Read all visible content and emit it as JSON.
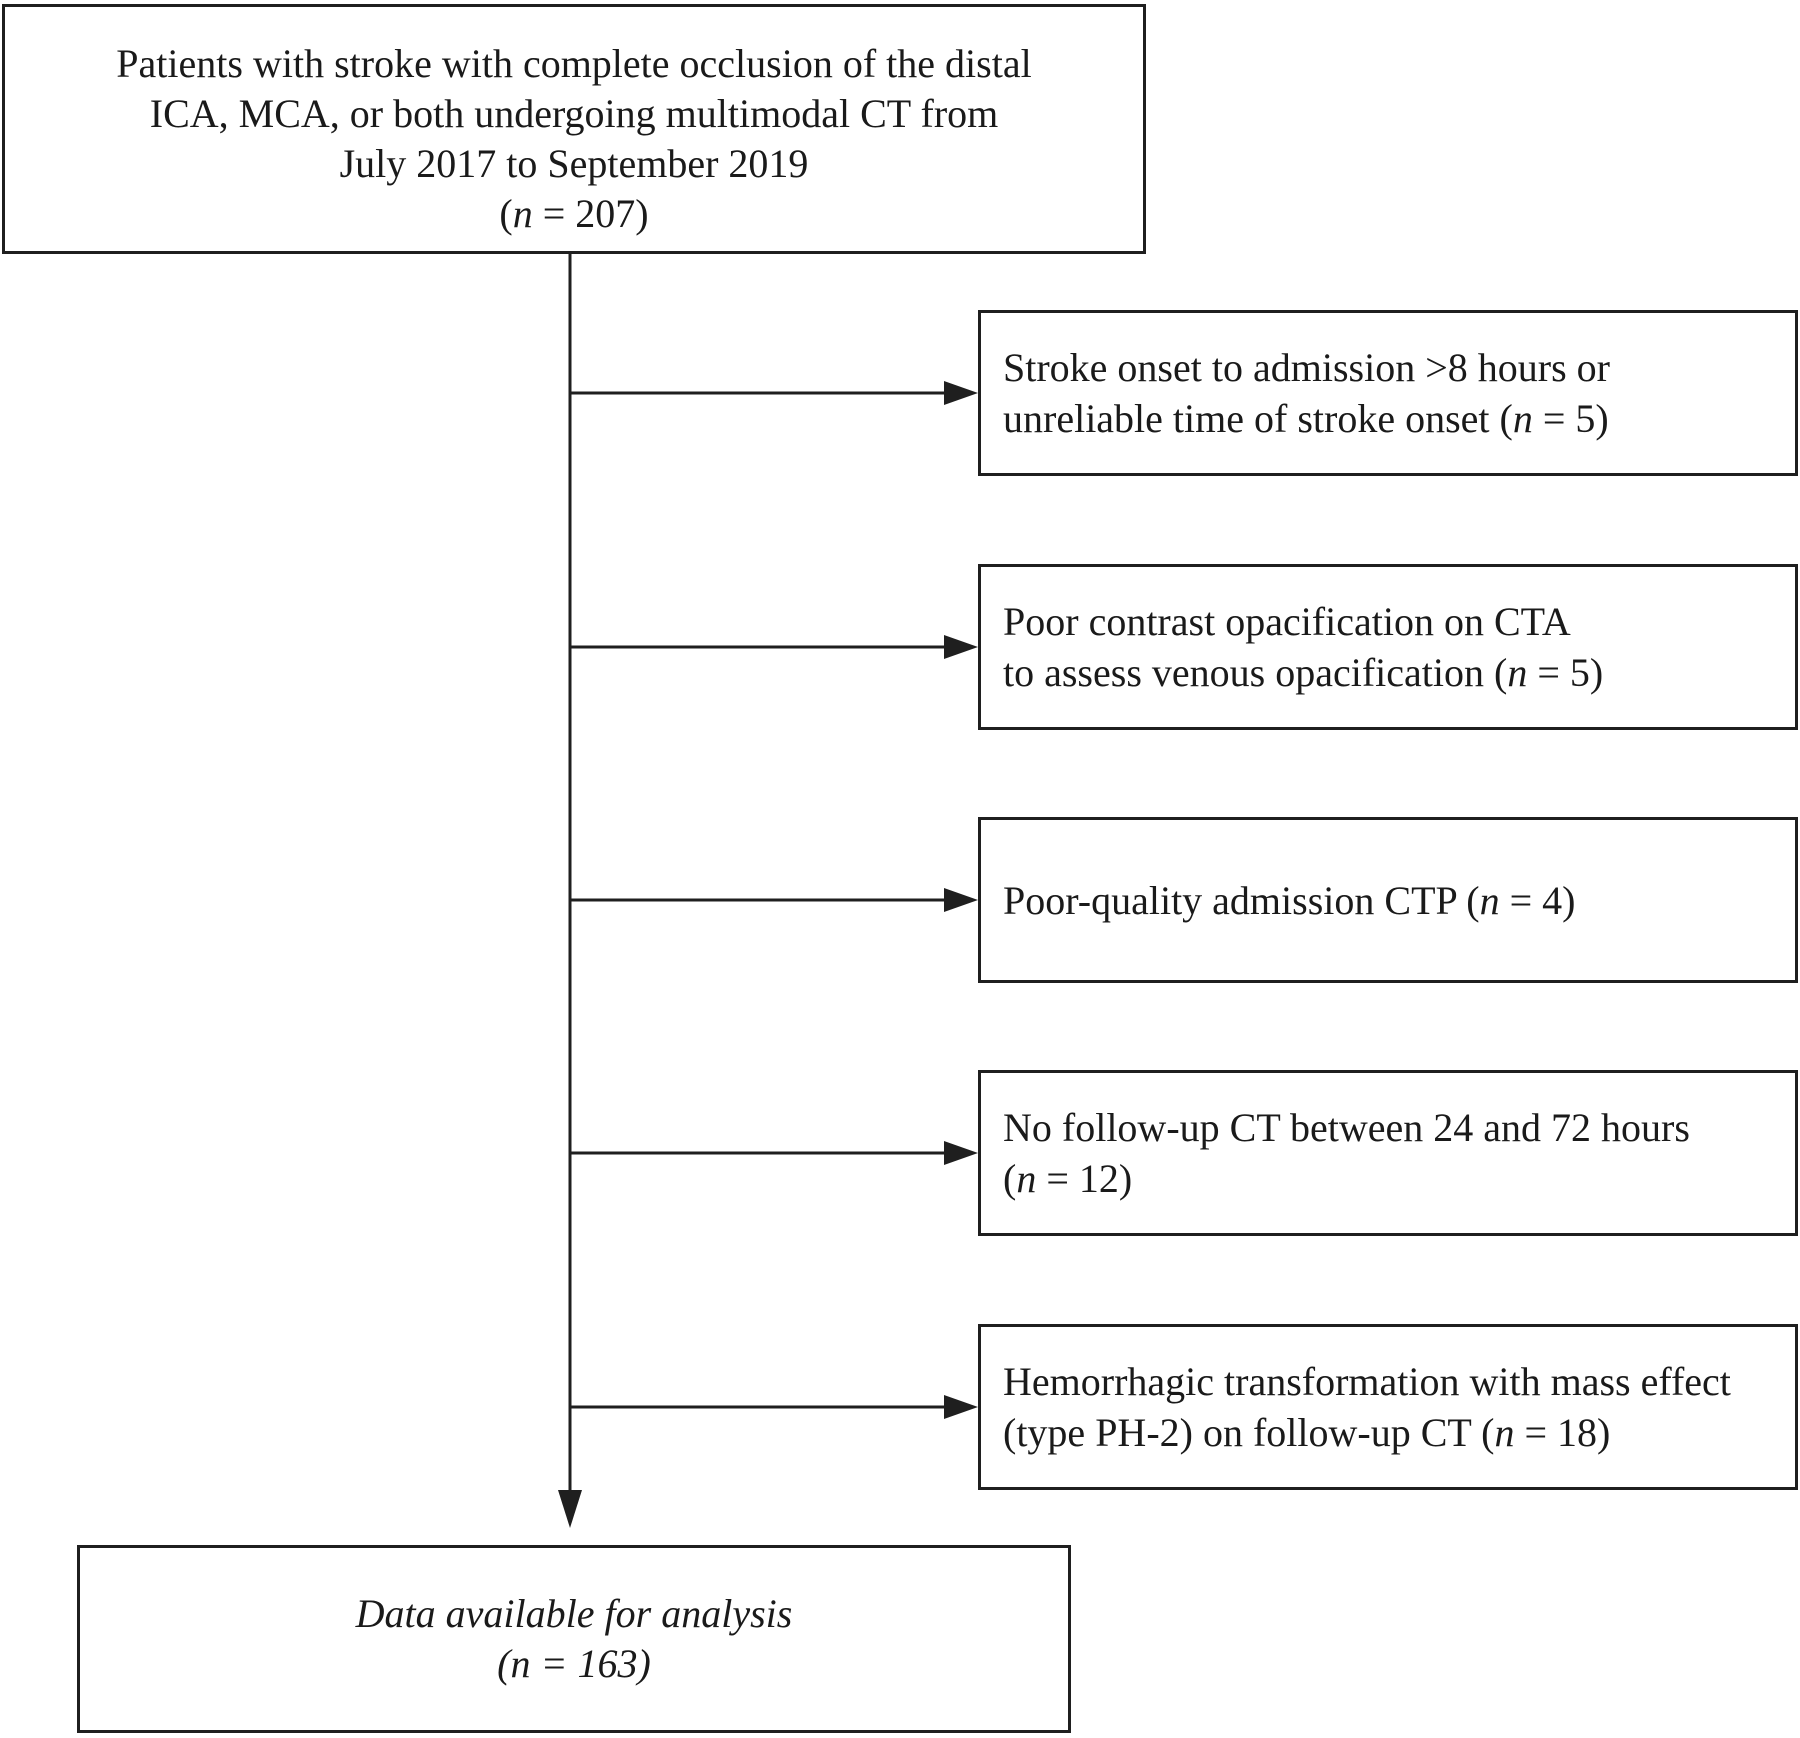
{
  "flowchart": {
    "start": {
      "lines": [
        "Patients with stroke with complete occlusion of the distal",
        "ICA, MCA, or both undergoing multimodal CT from",
        "July 2017 to September 2019"
      ],
      "n_prefix": "(",
      "n_var": "n",
      "n_suffix": " = 207)"
    },
    "exclusions": [
      {
        "line1": "Stroke onset to admission >8 hours or",
        "line2_text": "unreliable time of stroke onset (",
        "n_var": "n",
        "n_suffix": " = 5)"
      },
      {
        "line1": "Poor contrast opacification on CTA",
        "line2_text": "to assess venous opacification (",
        "n_var": "n",
        "n_suffix": " = 5)"
      },
      {
        "line1_text": "Poor-quality admission CTP (",
        "n_var": "n",
        "n_suffix": " = 4)"
      },
      {
        "line1": "No follow-up CT between 24 and 72 hours",
        "line2_text": "(",
        "n_var": "n",
        "n_suffix": " = 12)"
      },
      {
        "line1": "Hemorrhagic transformation with mass effect",
        "line2_text": "(type PH-2) on follow-up CT (",
        "n_var": "n",
        "n_suffix": " = 18)"
      }
    ],
    "final": {
      "line1": "Data available for analysis",
      "line2": "(n = 163)"
    }
  }
}
